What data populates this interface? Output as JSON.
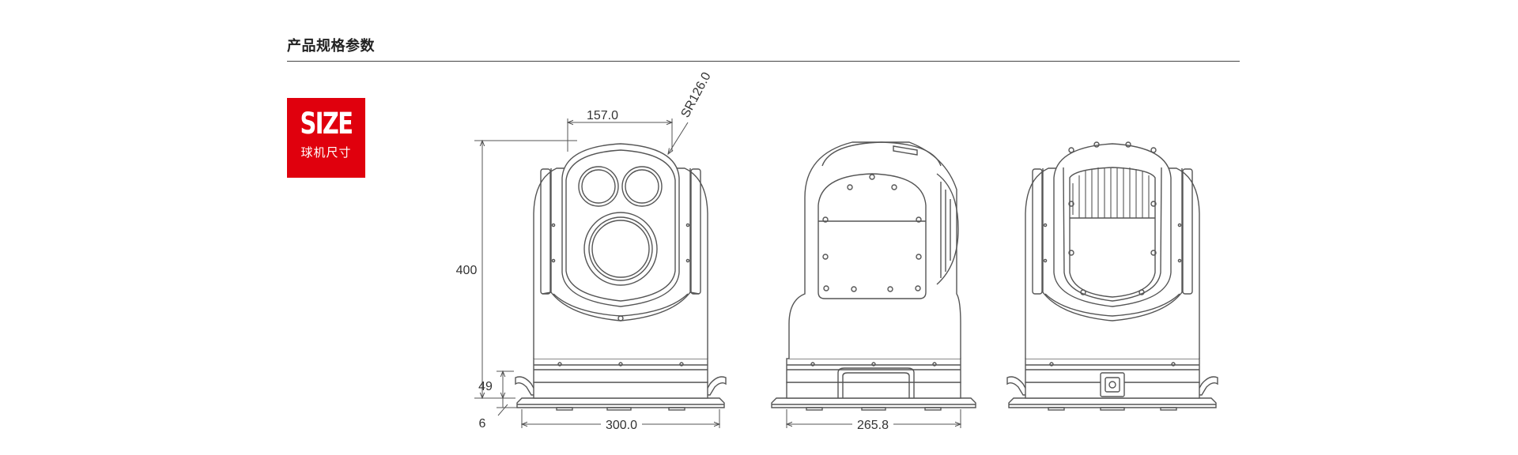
{
  "section": {
    "title": "产品规格参数"
  },
  "badge": {
    "title": "SIZE",
    "subtitle": "球机尺寸"
  },
  "dimensions": {
    "top_width": "157.0",
    "dome_radius": "SR126.0",
    "height": "400",
    "base_height": "49",
    "base_offset": "6",
    "front_base_width": "300.0",
    "side_base_width": "265.8"
  },
  "colors": {
    "badge": "#e0000d",
    "line": "#555555",
    "text": "#333333"
  }
}
